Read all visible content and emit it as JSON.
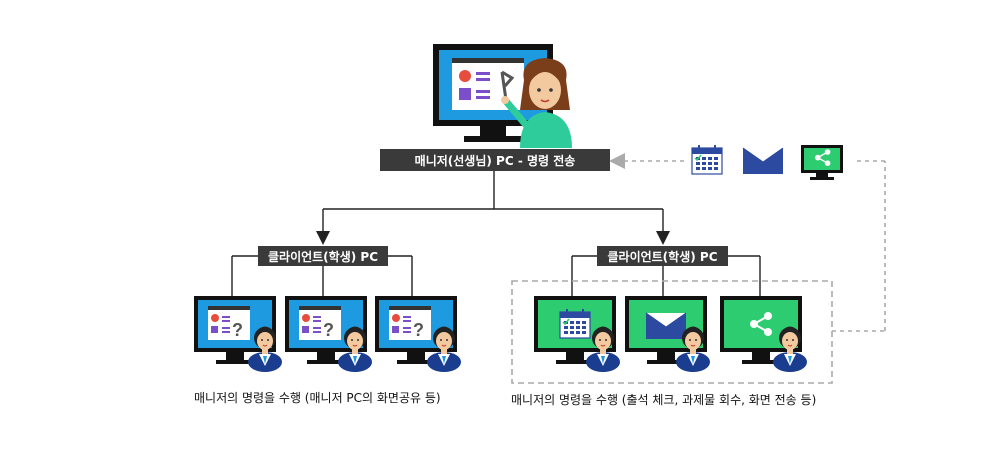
{
  "manager": {
    "label": "매니저(선생님) PC - 명령 전송"
  },
  "left_group": {
    "label": "클라이언트(학생) PC",
    "caption": "매니저의 명령을 수행 (매니저 PC의 화면공유 등)"
  },
  "right_group": {
    "label": "클라이언트(학생) PC",
    "caption": "매니저의 명령을 수행 (출석 체크, 과제물 회수, 화면 전송 등)"
  },
  "colors": {
    "label_bg": "#3a3a3a",
    "screen_blue": "#1e9ae0",
    "screen_green": "#2ecc71",
    "monitor_frame": "#111111"
  },
  "icons": {
    "command_icons": [
      "calendar-icon",
      "mail-icon",
      "share-icon"
    ]
  }
}
